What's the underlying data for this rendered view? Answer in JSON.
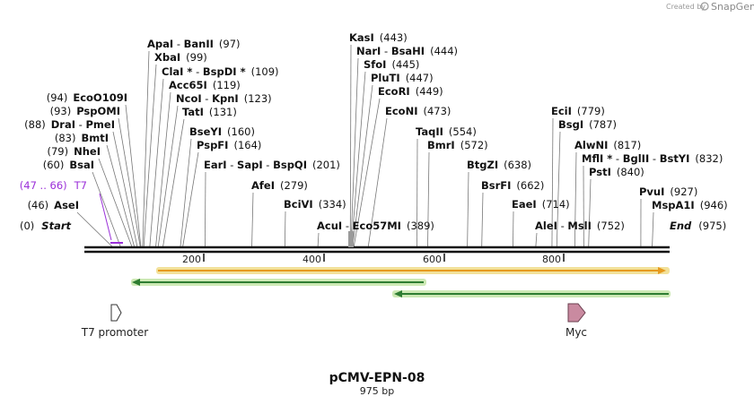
{
  "header": {
    "credit_text": "Created by",
    "brand_text": "SnapGene"
  },
  "map": {
    "name": "pCMV-EPN-08",
    "length_text": "975 bp",
    "ruler_ticks": [
      "200",
      "400",
      "600",
      "800"
    ],
    "start_label": "Start",
    "start_pos": "(0)",
    "end_label": "End",
    "end_pos": "(975)",
    "sites": [
      {
        "name": "ApaI",
        "sep": " - ",
        "name2": "BanII",
        "pos": "(97)",
        "bp": 97
      },
      {
        "name": "XbaI",
        "pos": "(99)",
        "bp": 99
      },
      {
        "name": "ClaI *",
        "sep": " - ",
        "name2": "BspDI *",
        "pos": "(109)",
        "bp": 109
      },
      {
        "name": "Acc65I",
        "pos": "(119)",
        "bp": 119
      },
      {
        "name": "NcoI",
        "sep": " - ",
        "name2": "KpnI",
        "pos": "(123)",
        "bp": 123
      },
      {
        "name": "TatI",
        "pos": "(131)",
        "bp": 131
      },
      {
        "name": "BseYI",
        "pos": "(160)",
        "bp": 160
      },
      {
        "name": "PspFI",
        "pos": "(164)",
        "bp": 164
      },
      {
        "name": "EarI",
        "sep": " - ",
        "name2": "SapI",
        "sep2": " - ",
        "name3": "BspQI",
        "pos": "(201)",
        "bp": 201
      },
      {
        "name": "AfeI",
        "pos": "(279)",
        "bp": 279
      },
      {
        "name": "BciVI",
        "pos": "(334)",
        "bp": 334
      },
      {
        "name": "KasI",
        "pos": "(443)",
        "bp": 443
      },
      {
        "name": "NarI",
        "sep": " - ",
        "name2": "BsaHI",
        "pos": "(444)",
        "bp": 444
      },
      {
        "name": "SfoI",
        "pos": "(445)",
        "bp": 445
      },
      {
        "name": "PluTI",
        "pos": "(447)",
        "bp": 447
      },
      {
        "name": "EcoRI",
        "pos": "(449)",
        "bp": 449
      },
      {
        "name": "EcoNI",
        "pos": "(473)",
        "bp": 473
      },
      {
        "name": "AcuI",
        "sep": " - ",
        "name2": "Eco57MI",
        "pos": "(389)",
        "bp": 389
      },
      {
        "name": "TaqII",
        "pos": "(554)",
        "bp": 554
      },
      {
        "name": "BmrI",
        "pos": "(572)",
        "bp": 572
      },
      {
        "name": "BtgZI",
        "pos": "(638)",
        "bp": 638
      },
      {
        "name": "BsrFI",
        "pos": "(662)",
        "bp": 662
      },
      {
        "name": "EaeI",
        "pos": "(714)",
        "bp": 714
      },
      {
        "name": "AleI",
        "sep": " - ",
        "name2": "MslI",
        "pos": "(752)",
        "bp": 752
      },
      {
        "name": "EciI",
        "pos": "(779)",
        "bp": 779
      },
      {
        "name": "BsgI",
        "pos": "(787)",
        "bp": 787
      },
      {
        "name": "AlwNI",
        "pos": "(817)",
        "bp": 817
      },
      {
        "name": "MflI *",
        "sep": " - ",
        "name2": "BglII",
        "sep2": " - ",
        "name3": "BstYI",
        "pos": "(832)",
        "bp": 832
      },
      {
        "name": "PstI",
        "pos": "(840)",
        "bp": 840
      },
      {
        "name": "PvuI",
        "pos": "(927)",
        "bp": 927
      },
      {
        "name": "MspA1I",
        "pos": "(946)",
        "bp": 946
      },
      {
        "pre": "(94)",
        "name": "EcoO109I",
        "bp": 94
      },
      {
        "pre": "(93)",
        "name": "PspOMI",
        "bp": 93
      },
      {
        "pre": "(88)",
        "name": "DraI",
        "sep": " - ",
        "name2": "PmeI",
        "bp": 88
      },
      {
        "pre": "(83)",
        "name": "BmtI",
        "bp": 83
      },
      {
        "pre": "(79)",
        "name": "NheI",
        "bp": 79
      },
      {
        "pre": "(60)",
        "name": "BsaI",
        "bp": 60
      },
      {
        "pre": "(46)",
        "name": "AseI",
        "bp": 46
      }
    ],
    "primer": {
      "range": "(47 .. 66)",
      "name": "T7",
      "color": "#9b30d9"
    },
    "features": [
      {
        "name": "T7 promoter",
        "color": "#ffffff"
      },
      {
        "name": "Myc",
        "color": "#c98aa0"
      }
    ],
    "orfs": [
      {
        "color": "#e69a1f",
        "glow": "#f2e19a"
      },
      {
        "color": "#2e7d32",
        "glow": "#cde9b4"
      },
      {
        "color": "#2e7d32",
        "glow": "#cde9b4"
      }
    ]
  }
}
